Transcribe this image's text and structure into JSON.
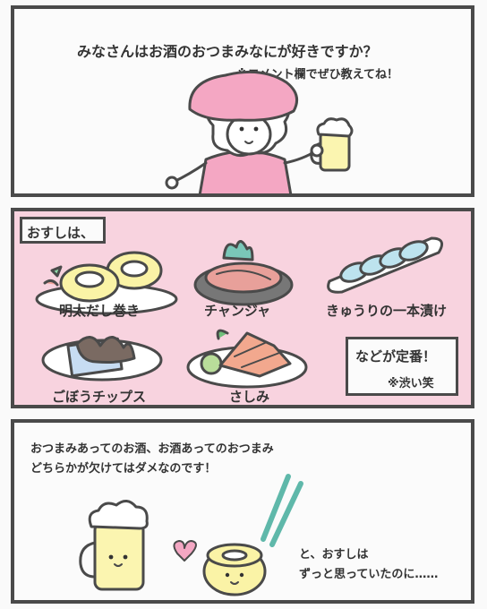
{
  "panel1": {
    "question": "みなさんはお酒のおつまみなにが好きですか？",
    "note": "※コメント欄でぜひ教えてね！"
  },
  "panel2": {
    "intro": "おすしは、",
    "items": [
      {
        "label": "明太だし巻き"
      },
      {
        "label": "チャンジャ"
      },
      {
        "label": "きゅうりの一本漬け"
      },
      {
        "label": "ごぼうチップス"
      },
      {
        "label": "さしみ"
      }
    ],
    "standard_line": "などが定番！",
    "standard_note": "※渋い笑"
  },
  "panel3": {
    "line1": "おつまみあってのお酒、お酒あってのおつまみ",
    "line2": "どちらかが欠けてはダメなのです！",
    "end1": "と、おすしは",
    "end2": "ずっと思っていたのに……"
  },
  "colors": {
    "pink_bg": "#f8d3df",
    "hat_pink": "#f4a7c3",
    "beer_yellow": "#fbf5b0",
    "egg_yellow": "#faf3a6",
    "outline": "#4a4a4a"
  }
}
